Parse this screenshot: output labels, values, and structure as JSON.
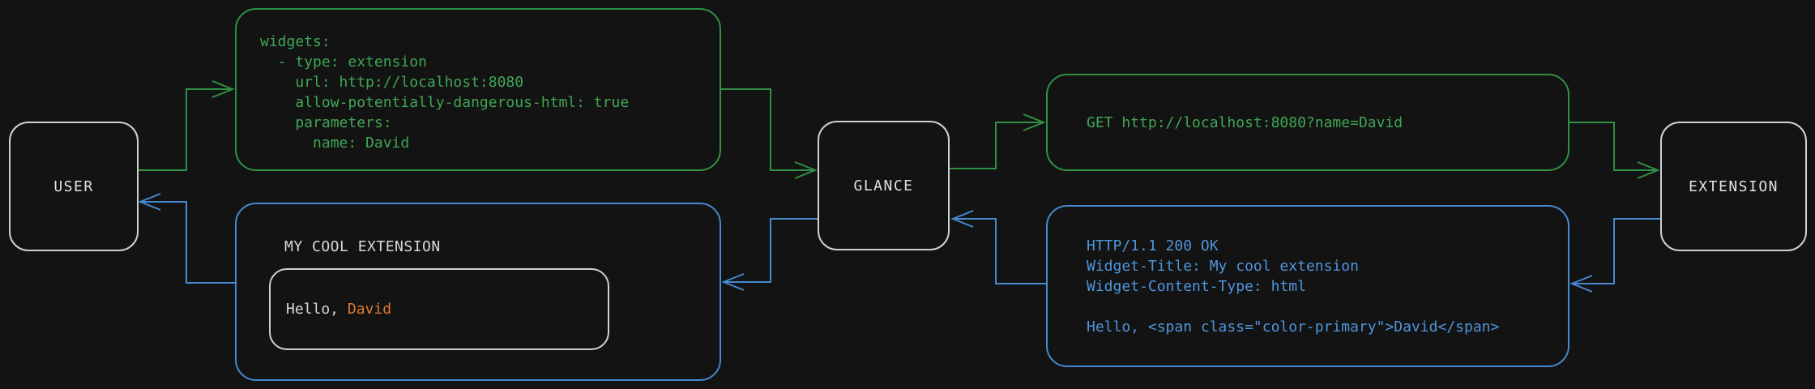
{
  "colors": {
    "background": "#131313",
    "node_border": "#d0d0d0",
    "node_text": "#e2e2e2",
    "green": "#2f9045",
    "green_text": "#3fa654",
    "blue": "#4589cf",
    "blue_text": "#4f95dc",
    "orange": "#e07a30",
    "white_text": "#d8d8d8"
  },
  "nodes": {
    "user": {
      "label": "USER"
    },
    "glance": {
      "label": "GLANCE"
    },
    "extension": {
      "label": "EXTENSION"
    }
  },
  "messages": {
    "widget_config": {
      "code": "widgets:\n  - type: extension\n    url: http://localhost:8080\n    allow-potentially-dangerous-html: true\n    parameters:\n      name: David"
    },
    "http_request": {
      "code": "GET http://localhost:8080?name=David"
    },
    "http_response": {
      "code": "HTTP/1.1 200 OK\nWidget-Title: My cool extension\nWidget-Content-Type: html\n\nHello, <span class=\"color-primary\">David</span>"
    },
    "rendered_widget": {
      "title": "MY COOL EXTENSION",
      "greeting_prefix": "Hello, ",
      "greeting_name": "David"
    }
  }
}
